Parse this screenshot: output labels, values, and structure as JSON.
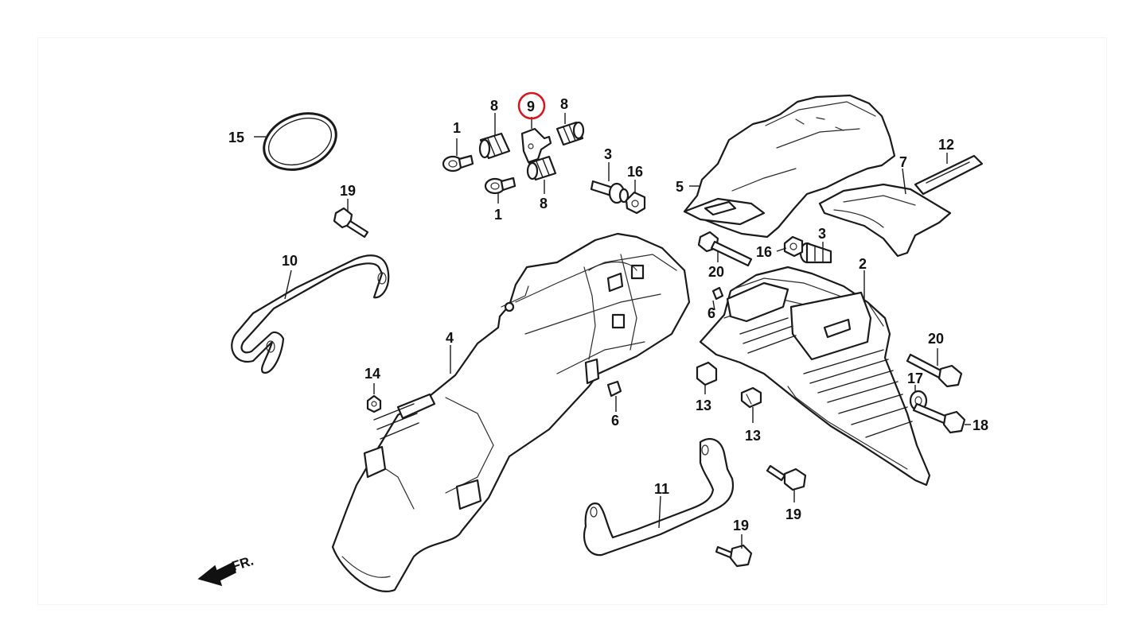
{
  "diagram": {
    "highlight_color": "#d8141d",
    "highlighted_label": "9",
    "direction_label": "FR.",
    "labels": {
      "l1a": "1",
      "l1b": "1",
      "l2": "2",
      "l3a": "3",
      "l3b": "3",
      "l4": "4",
      "l5": "5",
      "l6a": "6",
      "l6b": "6",
      "l7": "7",
      "l8a": "8",
      "l8b": "8",
      "l8c": "8",
      "l9": "9",
      "l10": "10",
      "l11": "11",
      "l12": "12",
      "l13a": "13",
      "l13b": "13",
      "l14": "14",
      "l15": "15",
      "l16a": "16",
      "l16b": "16",
      "l17": "17",
      "l18": "18",
      "l19a": "19",
      "l19b": "19",
      "l19c": "19",
      "l20a": "20",
      "l20b": "20"
    }
  }
}
